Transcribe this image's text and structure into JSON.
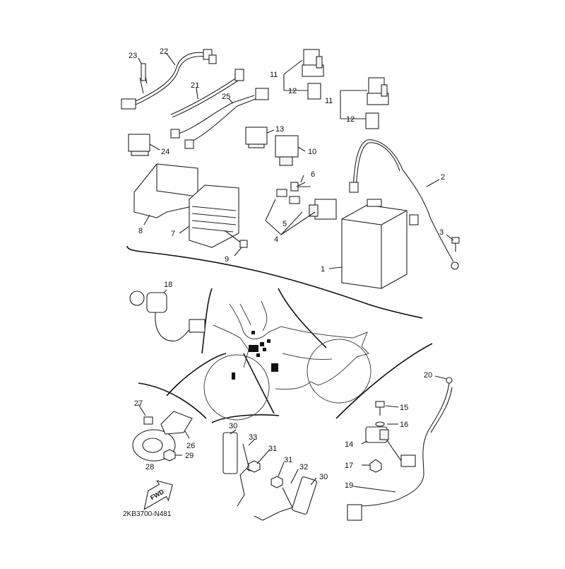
{
  "diagram": {
    "code": "2KB3700-N481",
    "fwd_label": "FWD",
    "callouts": {
      "p1": "1",
      "p2": "2",
      "p3": "3",
      "p4": "4",
      "p5": "5",
      "p6": "6",
      "p7": "7",
      "p8": "8",
      "p9": "9",
      "p10": "10",
      "p11a": "11",
      "p12a": "12",
      "p11b": "11",
      "p12b": "12",
      "p13": "13",
      "p14": "14",
      "p15": "15",
      "p16": "16",
      "p17": "17",
      "p18": "18",
      "p19": "19",
      "p20": "20",
      "p21": "21",
      "p22": "22",
      "p23": "23",
      "p24": "24",
      "p25": "25",
      "p26": "26",
      "p27": "27",
      "p28": "28",
      "p29": "29",
      "p30a": "30",
      "p30b": "30",
      "p31a": "31",
      "p31b": "31",
      "p32": "32",
      "p33": "33"
    }
  }
}
